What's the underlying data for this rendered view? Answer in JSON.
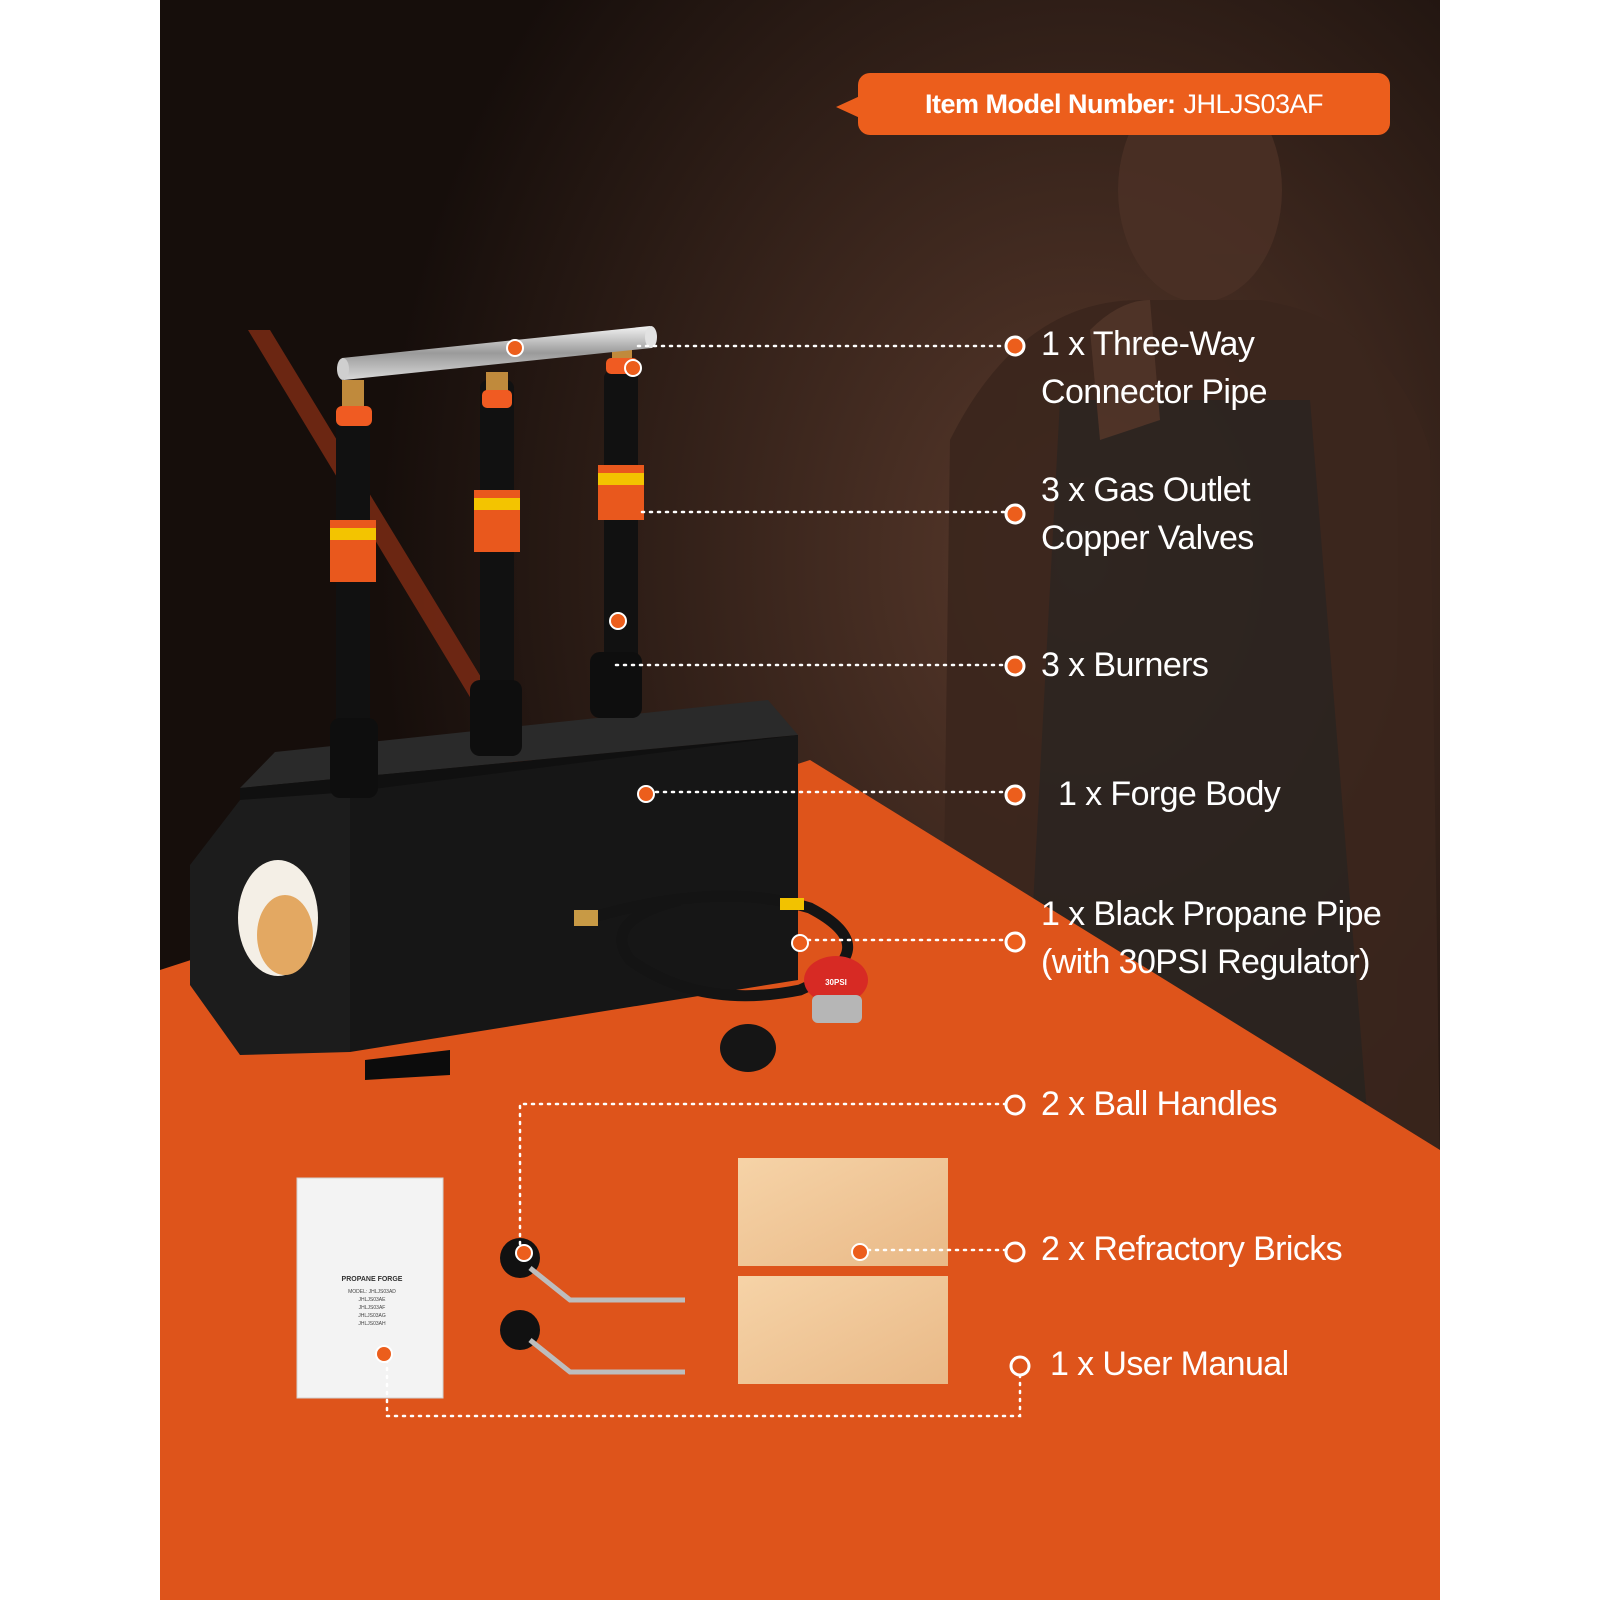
{
  "badge": {
    "label": "Item Model Number:",
    "value": "JHLJS03AF"
  },
  "callouts": [
    {
      "line1": "1 x Three-Way",
      "line2": "Connector Pipe"
    },
    {
      "line1": "3 x Gas Outlet",
      "line2": "Copper Valves"
    },
    {
      "line1": "3 x Burners",
      "line2": ""
    },
    {
      "line1": "1 x Forge Body",
      "line2": ""
    },
    {
      "line1": "1 x Black Propane Pipe",
      "line2": "(with 30PSI Regulator)"
    },
    {
      "line1": "2 x Ball Handles",
      "line2": ""
    },
    {
      "line1": "2 x Refractory Bricks",
      "line2": ""
    },
    {
      "line1": "1 x User Manual",
      "line2": ""
    }
  ],
  "manual": {
    "title": "PROPANE FORGE",
    "models": [
      "MODEL: JHLJS03AD",
      "JHLJS03AE",
      "JHLJS03AF",
      "JHLJS03AG",
      "JHLJS03AH"
    ]
  },
  "regulator": {
    "mark": "30PSI"
  },
  "colors": {
    "accent": "#ec5e1c",
    "background": "#1a1210",
    "text": "#ffffff"
  }
}
